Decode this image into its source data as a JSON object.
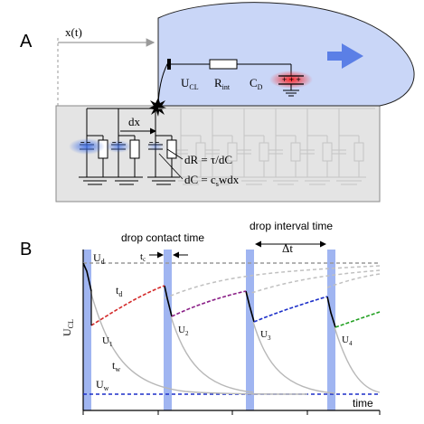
{
  "panelA": {
    "label": "A",
    "x_of_t": "x(t)",
    "u_cl": "U",
    "u_cl_sub": "CL",
    "r_int": "R",
    "r_int_sub": "int",
    "c_d": "C",
    "c_d_sub": "D",
    "dx": "dx",
    "dR": "dR = τ/dC",
    "dC": "dC = c",
    "dC_sub": "s",
    "dC_tail": "wdx"
  },
  "panelB": {
    "label": "B",
    "u_d": "U",
    "u_d_sub": "d",
    "u_w": "U",
    "u_w_sub": "w",
    "t_d": "t",
    "t_d_sub": "d",
    "t_w": "t",
    "t_w_sub": "w",
    "t_c": "t",
    "t_c_sub": "c",
    "u1": "U",
    "u1_sub": "1",
    "u2": "U",
    "u2_sub": "2",
    "u3": "U",
    "u3_sub": "3",
    "u4": "U",
    "u4_sub": "4",
    "y_axis": "U",
    "y_axis_sub": "CL",
    "x_axis": "time",
    "contact_label": "drop contact time",
    "interval_label": "drop interval time",
    "delta_t": "Δt"
  },
  "colors": {
    "drop": "#c9d6f7",
    "substrate": "#e4e4e4",
    "bar": "#8fa8ee",
    "arrow": "#5b7fe6",
    "red": "#d32a2a",
    "purple": "#8a1e86",
    "blue": "#1c2fc9",
    "green": "#22a022",
    "gray": "#b0b0b0"
  }
}
